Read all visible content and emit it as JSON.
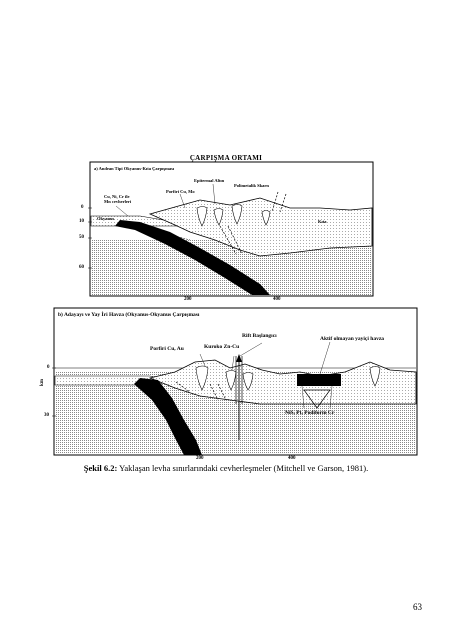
{
  "title": "ÇARPIŞMA ORTAMI",
  "panel_a": {
    "heading": "a) Andean Tipi Okyanus-Kıta Çarpışması",
    "labels": {
      "cu_ni": "Cu, Ni, Cr ile",
      "cu_ni_2": "Mn cevherleri",
      "epitermal": "Epitermal Altın",
      "porfiri": "Porfiri Cu, Mo",
      "polimetalik": "Polimetalik Skarn",
      "okyanus": "Okyanus",
      "kita": "Kıta"
    },
    "depth_ticks": [
      "0",
      "10",
      "50",
      "60"
    ],
    "x_ticks": [
      "200",
      "400"
    ]
  },
  "panel_b": {
    "heading": "b) Adayayı ve Yay İri Havza (Okyanus-Okyanus Çarpışması",
    "labels": {
      "rift": "Rift Başlangıcı",
      "porfiri": "Porfiri Cu, Au",
      "kuroko": "Kuroko Zn-Cu",
      "aktif": "Aktif olmayan yayiçi havza",
      "nis": "NiS, Pt, Podiform Cr"
    },
    "depth_ticks": [
      "0",
      "30"
    ],
    "y_unit": "km",
    "x_ticks": [
      "200",
      "400"
    ]
  },
  "caption": {
    "label": "Şekil 6.2:",
    "text": " Yaklaşan levha sınırlarındaki cevherleşmeler (Mitchell ve Garson, 1981)."
  },
  "page_number": "63"
}
